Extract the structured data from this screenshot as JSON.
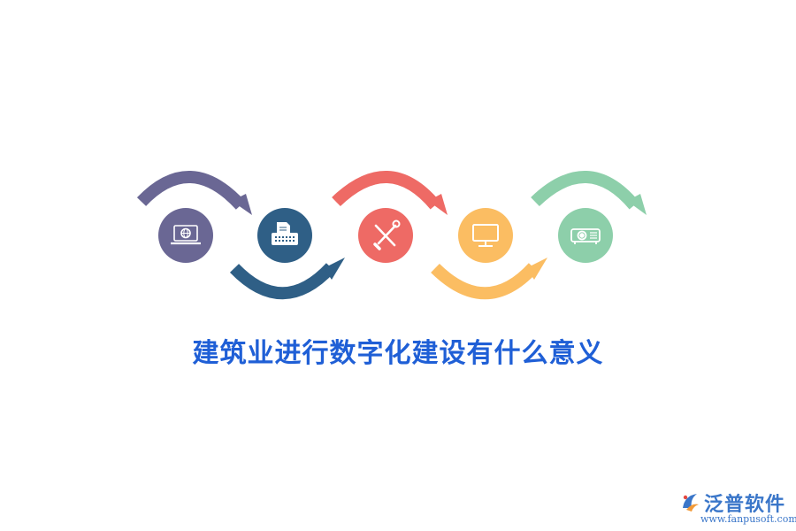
{
  "title": "建筑业进行数字化建设有什么意义",
  "steps": [
    {
      "icon": "laptop-globe-icon",
      "color": "#6a6794"
    },
    {
      "icon": "printer-document-icon",
      "color": "#2f5f86"
    },
    {
      "icon": "tools-wrench-screwdriver-icon",
      "color": "#ee6a65"
    },
    {
      "icon": "monitor-icon",
      "color": "#fbbd62"
    },
    {
      "icon": "projector-icon",
      "color": "#8dcfaa"
    }
  ],
  "logo": {
    "brand": "泛普软件",
    "url": "www.fanpusoft.com",
    "color": "#3a76c9"
  }
}
